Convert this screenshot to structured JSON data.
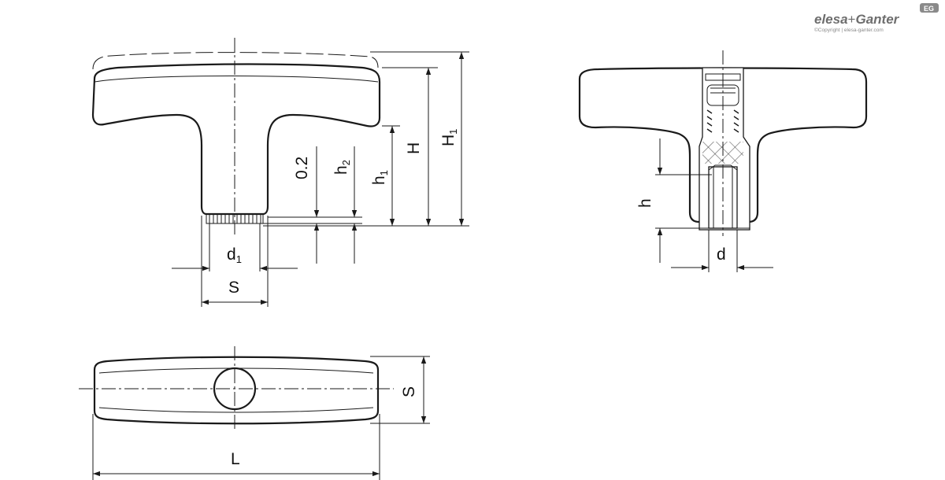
{
  "brand": {
    "name_part1": "elesa",
    "plus": "+",
    "name_part2": "Ganter",
    "badge": "EG",
    "copyright": "©Copyright | elesa-ganter.com"
  },
  "dimensions": {
    "d1": "d",
    "d1_sub": "1",
    "S_top": "S",
    "S_bottom": "S",
    "zero_two": "0.2",
    "h2": "h",
    "h2_sub": "2",
    "h1": "h",
    "h1_sub": "1",
    "H": "H",
    "H1": "H",
    "H1_sub": "1",
    "h": "h",
    "d": "d",
    "L": "L"
  }
}
